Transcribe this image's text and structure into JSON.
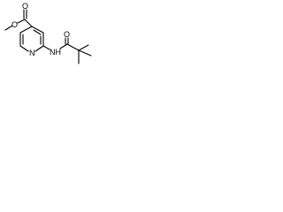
{
  "structure": {
    "atoms": {
      "carbonyl_oxygen": "O",
      "ester_oxygen": "O",
      "pyridine_nitrogen": "N",
      "amide_nh": "NH",
      "amide_oxygen": "O"
    }
  },
  "colors": {
    "background": "#ffffff",
    "ink": "#000000"
  }
}
